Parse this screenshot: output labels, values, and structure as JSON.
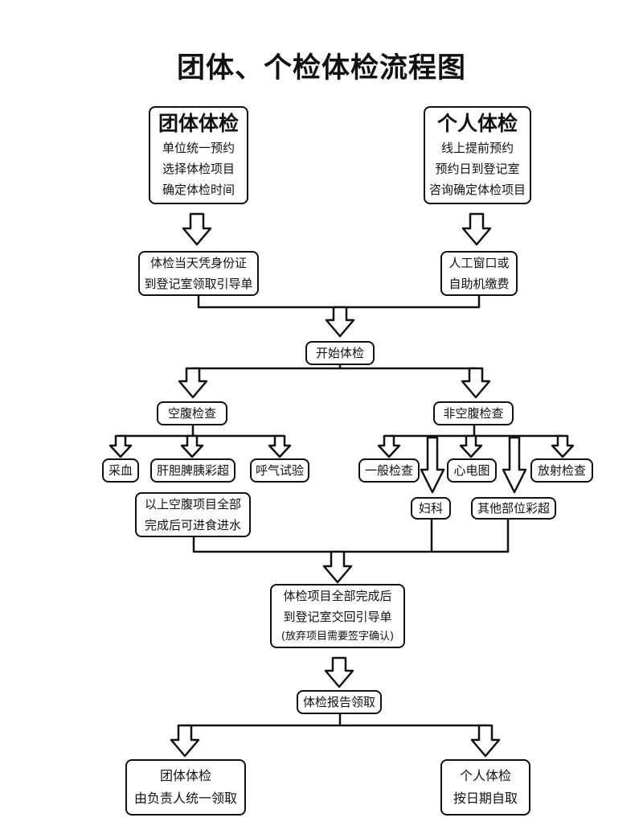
{
  "title": "团体、个检体检流程图",
  "group": {
    "heading": "团体体检",
    "lines": [
      "单位统一预约",
      "选择体检项目",
      "确定体检时间"
    ],
    "next": [
      "体检当天凭身份证",
      "到登记室领取引导单"
    ]
  },
  "individual": {
    "heading": "个人体检",
    "lines": [
      "线上提前预约",
      "预约日到登记室",
      "咨询确定体检项目"
    ],
    "next": [
      "人工窗口或",
      "自助机缴费"
    ]
  },
  "start": "开始体检",
  "fasting": {
    "label": "空腹检查",
    "items": [
      "采血",
      "肝胆脾胰彩超",
      "呼气试验"
    ],
    "note": [
      "以上空腹项目全部",
      "完成后可进食进水"
    ]
  },
  "non_fasting": {
    "label": "非空腹检查",
    "items": [
      "一般检查",
      "心电图",
      "放射检查"
    ],
    "lower_items": [
      "妇科",
      "其他部位彩超"
    ]
  },
  "finish": {
    "lines": [
      "体检项目全部完成后",
      "到登记室交回引导单"
    ],
    "note": "(放弃项目需要签字确认)"
  },
  "report": "体检报告领取",
  "pickup_group": [
    "团体体检",
    "由负责人统一领取"
  ],
  "pickup_individual": [
    "个人体检",
    "按日期自取"
  ]
}
